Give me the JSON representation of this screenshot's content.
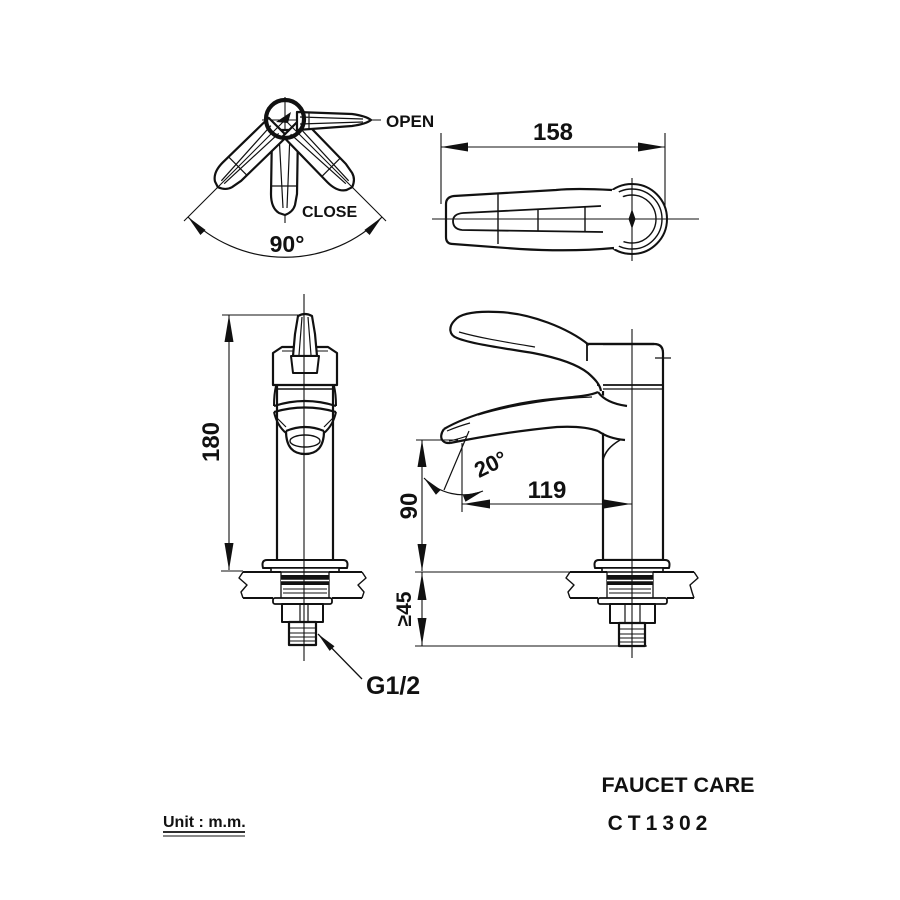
{
  "meta": {
    "ink": "#111111",
    "background": "#ffffff"
  },
  "views": {
    "handle_rotation_top_view": {
      "open_label": "OPEN",
      "close_label": "CLOSE",
      "rotation_angle": "90°"
    },
    "handle_side_view": {
      "handle_length_mm": "158"
    },
    "faucet_front_view": {
      "total_height_mm": "180",
      "thread_size": "G1/2"
    },
    "faucet_side_view": {
      "spout_height_mm": "90",
      "spout_reach_mm": "119",
      "spout_angle": "20°",
      "min_clearance_mm": "≥45"
    }
  },
  "footer": {
    "product_line": "FAUCET CARE",
    "model_code": "CT1302",
    "unit_note": "Unit : m.m."
  }
}
